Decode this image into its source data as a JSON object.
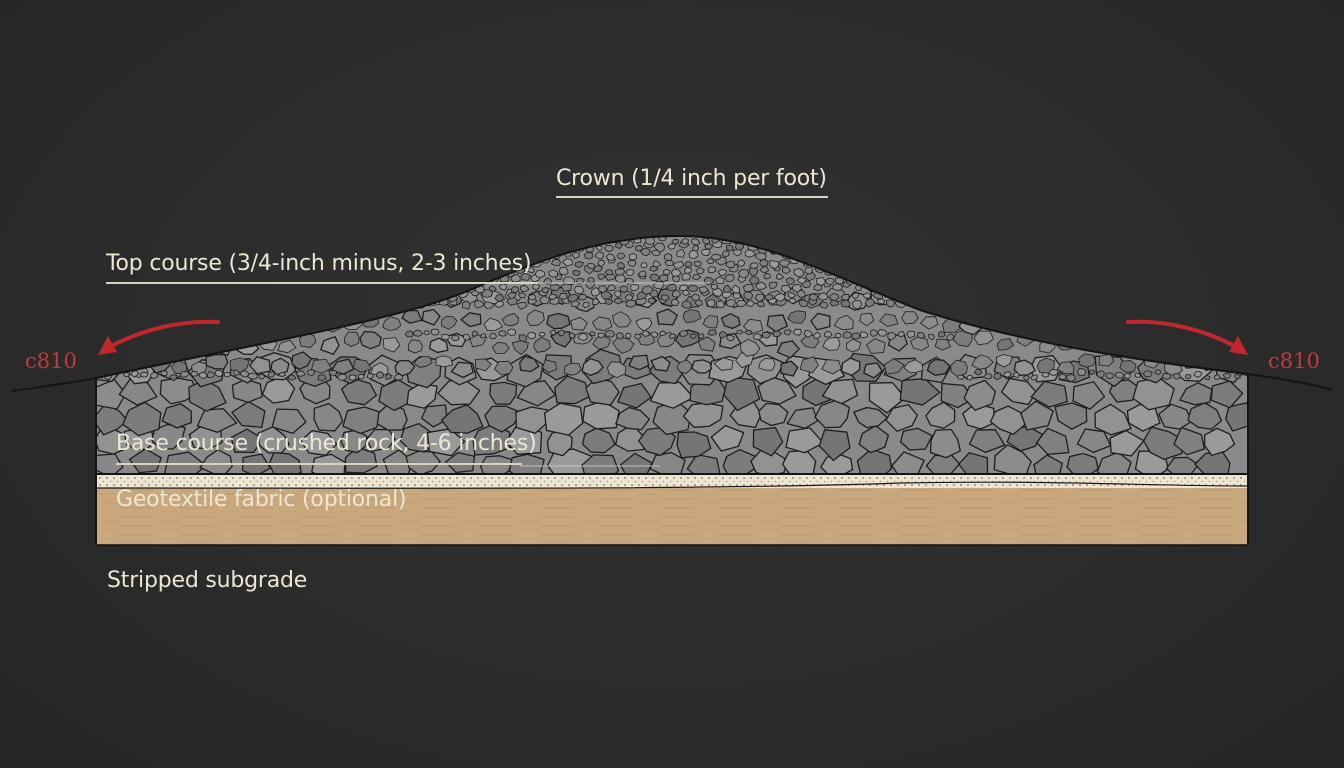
{
  "diagram": {
    "labels": {
      "crown": "Crown (1/4 inch per foot)",
      "top_course": "Top course (3/4-inch minus, 2-3 inches)",
      "base_course": "Base course (crushed rock, 4-6 inches)",
      "geotextile": "Geotextile fabric (optional)",
      "subgrade": "Stripped subgrade"
    },
    "slope_markers": {
      "left": "c810",
      "right": "c810"
    },
    "colors": {
      "background": "#2c2c2c",
      "gravel_fill": "#8a8a8a",
      "stone_outline": "#1e1e1e",
      "fabric": "#ece6d2",
      "subgrade": "#c9a87e",
      "arrow": "#c0282c",
      "label_text": "#ece6d2"
    }
  }
}
